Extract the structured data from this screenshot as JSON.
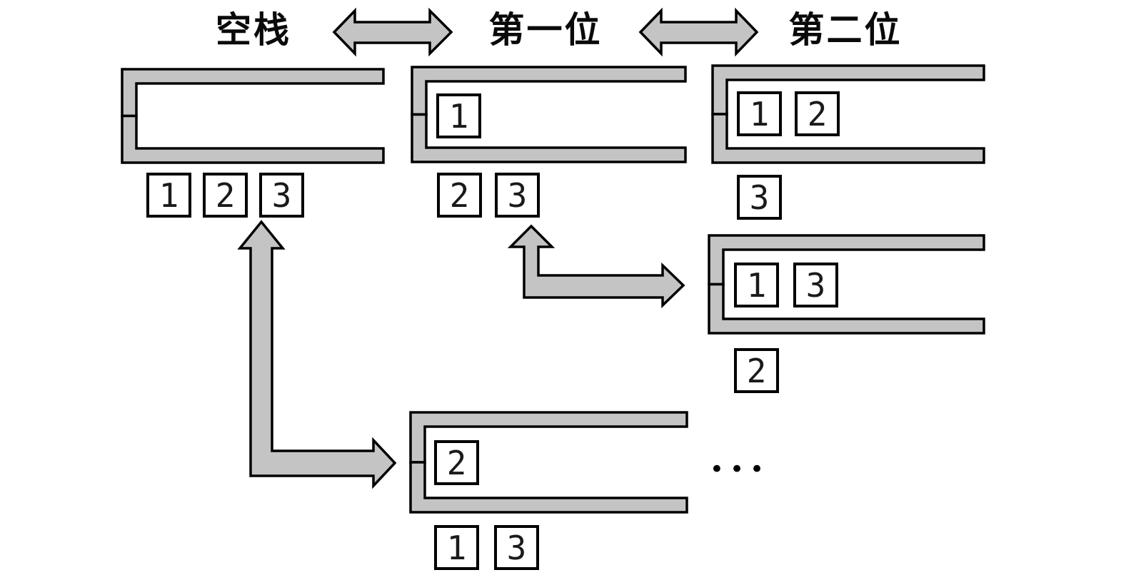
{
  "headers": [
    {
      "label": "空栈"
    },
    {
      "label": "第一位"
    },
    {
      "label": "第二位"
    }
  ],
  "states": [
    {
      "id": "empty-stack",
      "stack": [],
      "pending": [
        "1",
        "2",
        "3"
      ]
    },
    {
      "id": "first-pos-1",
      "stack": [
        "1"
      ],
      "pending": [
        "2",
        "3"
      ]
    },
    {
      "id": "second-pos-1-2",
      "stack": [
        "1",
        "2"
      ],
      "pending": [
        "3"
      ]
    },
    {
      "id": "second-pos-1-3",
      "stack": [
        "1",
        "3"
      ],
      "pending": [
        "2"
      ]
    },
    {
      "id": "push-2-state",
      "stack": [
        "2"
      ],
      "pending": [
        "1",
        "3"
      ]
    }
  ],
  "ellipsis": "•••",
  "colors": {
    "shape_fill": "#c4c4c4",
    "outline": "#000000",
    "box_fill": "#ffffff"
  }
}
